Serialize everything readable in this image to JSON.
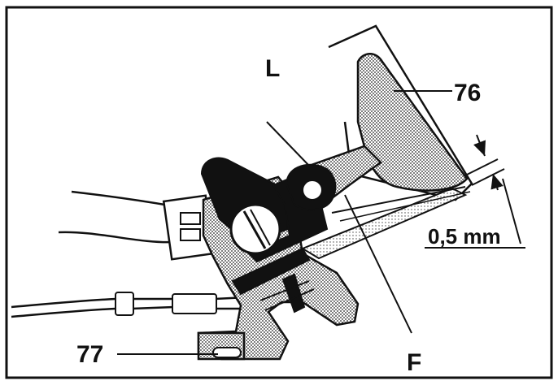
{
  "figure": {
    "labels": {
      "L": "L",
      "part_76": "76",
      "dimension": "0,5 mm",
      "F": "F",
      "part_77": "77"
    },
    "colors": {
      "ink": "#111111",
      "dot_fill": "#bdbdbd",
      "background": "#ffffff"
    }
  }
}
